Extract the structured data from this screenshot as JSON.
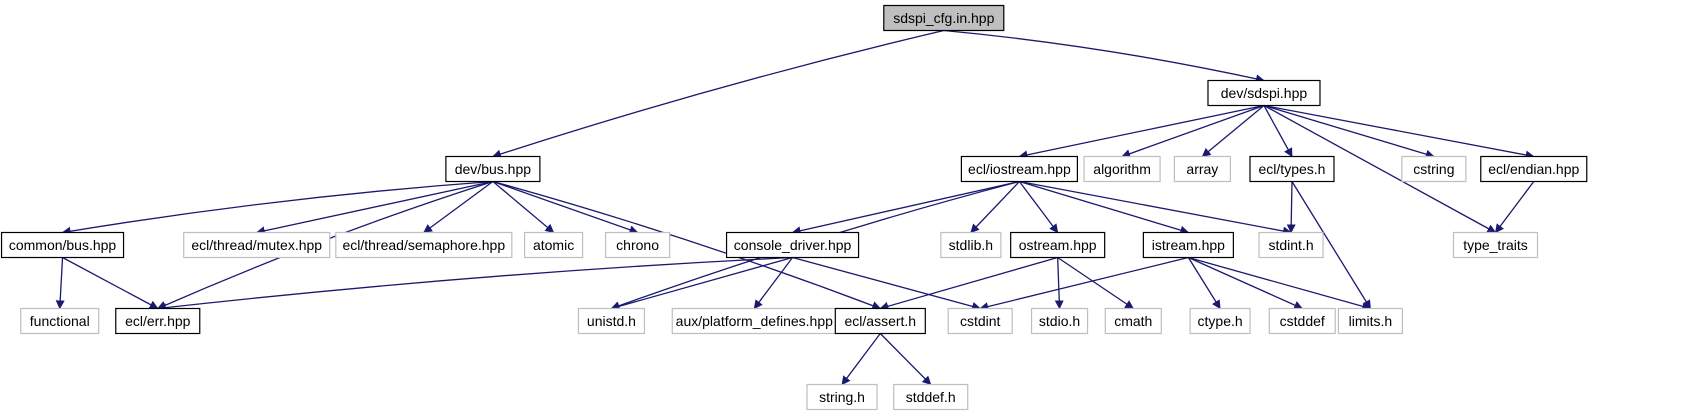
{
  "colors": {
    "edge": "#191970",
    "root_fill": "#bfbfbf",
    "documented_stroke": "#000000",
    "undocumented_stroke": "#bfbfbf",
    "node_fill": "#ffffff",
    "text": "#000000"
  },
  "nodes": [
    {
      "id": "n_root",
      "label": "sdspi_cfg.in.hpp",
      "kind": "root"
    },
    {
      "id": "n_sdspi",
      "label": "dev/sdspi.hpp",
      "kind": "documented"
    },
    {
      "id": "n_bus",
      "label": "dev/bus.hpp",
      "kind": "documented"
    },
    {
      "id": "n_iostream",
      "label": "ecl/iostream.hpp",
      "kind": "documented"
    },
    {
      "id": "n_algorithm",
      "label": "algorithm",
      "kind": "external"
    },
    {
      "id": "n_array",
      "label": "array",
      "kind": "external"
    },
    {
      "id": "n_types",
      "label": "ecl/types.h",
      "kind": "documented"
    },
    {
      "id": "n_cstring",
      "label": "cstring",
      "kind": "external"
    },
    {
      "id": "n_endian",
      "label": "ecl/endian.hpp",
      "kind": "documented"
    },
    {
      "id": "n_common_bus",
      "label": "common/bus.hpp",
      "kind": "documented"
    },
    {
      "id": "n_mutex",
      "label": "ecl/thread/mutex.hpp",
      "kind": "external"
    },
    {
      "id": "n_semaphore",
      "label": "ecl/thread/semaphore.hpp",
      "kind": "external"
    },
    {
      "id": "n_atomic",
      "label": "atomic",
      "kind": "external"
    },
    {
      "id": "n_chrono",
      "label": "chrono",
      "kind": "external"
    },
    {
      "id": "n_console",
      "label": "console_driver.hpp",
      "kind": "documented"
    },
    {
      "id": "n_stdlib",
      "label": "stdlib.h",
      "kind": "external"
    },
    {
      "id": "n_ostream",
      "label": "ostream.hpp",
      "kind": "documented"
    },
    {
      "id": "n_istream",
      "label": "istream.hpp",
      "kind": "documented"
    },
    {
      "id": "n_stdint",
      "label": "stdint.h",
      "kind": "external"
    },
    {
      "id": "n_type_traits",
      "label": "type_traits",
      "kind": "external"
    },
    {
      "id": "n_functional",
      "label": "functional",
      "kind": "external"
    },
    {
      "id": "n_err",
      "label": "ecl/err.hpp",
      "kind": "documented"
    },
    {
      "id": "n_unistd",
      "label": "unistd.h",
      "kind": "external"
    },
    {
      "id": "n_platform",
      "label": "aux/platform_defines.hpp",
      "kind": "external"
    },
    {
      "id": "n_assert",
      "label": "ecl/assert.h",
      "kind": "documented"
    },
    {
      "id": "n_cstdint",
      "label": "cstdint",
      "kind": "external"
    },
    {
      "id": "n_stdio",
      "label": "stdio.h",
      "kind": "external"
    },
    {
      "id": "n_cmath",
      "label": "cmath",
      "kind": "external"
    },
    {
      "id": "n_ctype",
      "label": "ctype.h",
      "kind": "external"
    },
    {
      "id": "n_cstddef",
      "label": "cstddef",
      "kind": "external"
    },
    {
      "id": "n_limits",
      "label": "limits.h",
      "kind": "external"
    },
    {
      "id": "n_string",
      "label": "string.h",
      "kind": "external"
    },
    {
      "id": "n_stddef",
      "label": "stddef.h",
      "kind": "external"
    }
  ],
  "edges": [
    [
      "n_root",
      "n_bus"
    ],
    [
      "n_root",
      "n_sdspi"
    ],
    [
      "n_sdspi",
      "n_iostream"
    ],
    [
      "n_sdspi",
      "n_algorithm"
    ],
    [
      "n_sdspi",
      "n_array"
    ],
    [
      "n_sdspi",
      "n_types"
    ],
    [
      "n_sdspi",
      "n_cstring"
    ],
    [
      "n_sdspi",
      "n_endian"
    ],
    [
      "n_sdspi",
      "n_type_traits"
    ],
    [
      "n_bus",
      "n_common_bus"
    ],
    [
      "n_bus",
      "n_err"
    ],
    [
      "n_bus",
      "n_mutex"
    ],
    [
      "n_bus",
      "n_semaphore"
    ],
    [
      "n_bus",
      "n_atomic"
    ],
    [
      "n_bus",
      "n_chrono"
    ],
    [
      "n_bus",
      "n_assert"
    ],
    [
      "n_iostream",
      "n_unistd"
    ],
    [
      "n_iostream",
      "n_console"
    ],
    [
      "n_iostream",
      "n_stdlib"
    ],
    [
      "n_iostream",
      "n_ostream"
    ],
    [
      "n_iostream",
      "n_istream"
    ],
    [
      "n_iostream",
      "n_stdint"
    ],
    [
      "n_types",
      "n_stdint"
    ],
    [
      "n_types",
      "n_limits"
    ],
    [
      "n_endian",
      "n_type_traits"
    ],
    [
      "n_common_bus",
      "n_functional"
    ],
    [
      "n_common_bus",
      "n_err"
    ],
    [
      "n_console",
      "n_err"
    ],
    [
      "n_console",
      "n_unistd"
    ],
    [
      "n_console",
      "n_platform"
    ],
    [
      "n_console",
      "n_cstdint"
    ],
    [
      "n_ostream",
      "n_assert"
    ],
    [
      "n_ostream",
      "n_stdio"
    ],
    [
      "n_ostream",
      "n_cmath"
    ],
    [
      "n_istream",
      "n_cstdint"
    ],
    [
      "n_istream",
      "n_ctype"
    ],
    [
      "n_istream",
      "n_cstddef"
    ],
    [
      "n_istream",
      "n_limits"
    ],
    [
      "n_assert",
      "n_string"
    ],
    [
      "n_assert",
      "n_stddef"
    ]
  ]
}
